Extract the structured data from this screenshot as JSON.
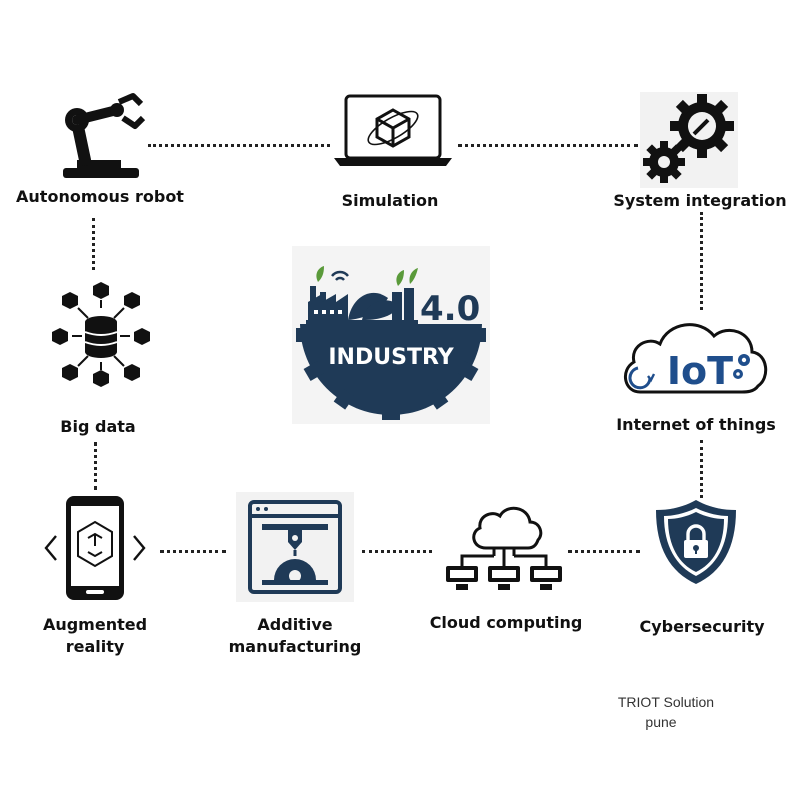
{
  "nodes": {
    "robot": "Autonomous robot",
    "simulation": "Simulation",
    "system_integration": "System integration",
    "big_data": "Big data",
    "iot": "Internet of things",
    "ar_line1": "Augmented",
    "ar_line2": "reality",
    "am_line1": "Additive",
    "am_line2": "manufacturing",
    "cloud": "Cloud computing",
    "cyber": "Cybersecurity"
  },
  "center": {
    "version": "4.0",
    "word": "INDUSTRY"
  },
  "iot_logo": "IoT",
  "credit": {
    "line1": "TRIOT Solution",
    "line2": "pune"
  },
  "colors": {
    "industry_blue": "#1f3a57",
    "iot_blue": "#1f4e8c"
  }
}
